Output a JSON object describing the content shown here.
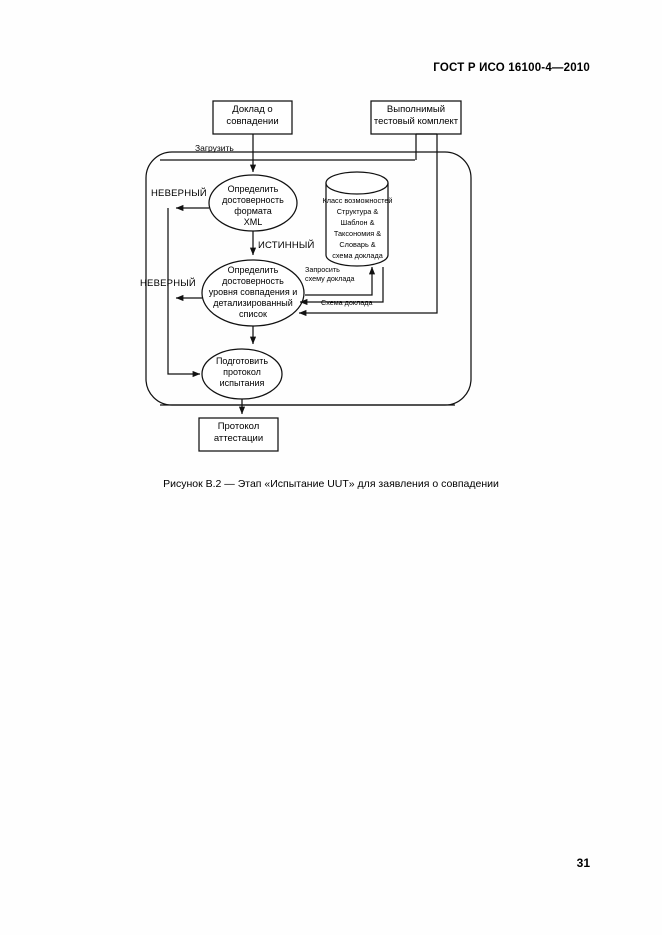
{
  "document": {
    "standard_header": "ГОСТ Р ИСО 16100-4—2010",
    "page_number": "31"
  },
  "figure": {
    "caption": "Рисунок В.2 — Этап «Испытание UUT» для заявления о совпадении",
    "nodes": {
      "input_report_box": "Доклад о\nсовпадении",
      "test_suite_box": "Выполнимый\nтестовый комплект",
      "process_xml": "Определить\nдостоверность\nформата\nXML",
      "process_match": "Определить\nдостоверность\nуровня совпадения и\nдетализированный\nсписок",
      "process_report": "Подготовить\nпротокол\nиспытания",
      "output_box": "Протокол\nаттестации",
      "datastore": "Класс возможностей\nСтруктура &\nШаблон &\nТаксономия &\nСловарь &\nсхема доклада"
    },
    "edge_labels": {
      "load": "Загрузить",
      "invalid_1": "НЕВЕРНЫЙ",
      "invalid_2": "НЕВЕРНЫЙ",
      "valid": "ИСТИННЫЙ",
      "request_schema": "Запросить\nсхему доклада",
      "schema_reply": "Схема доклада"
    }
  },
  "colors": {
    "ink": "#000000",
    "paper": "#fefefe"
  }
}
